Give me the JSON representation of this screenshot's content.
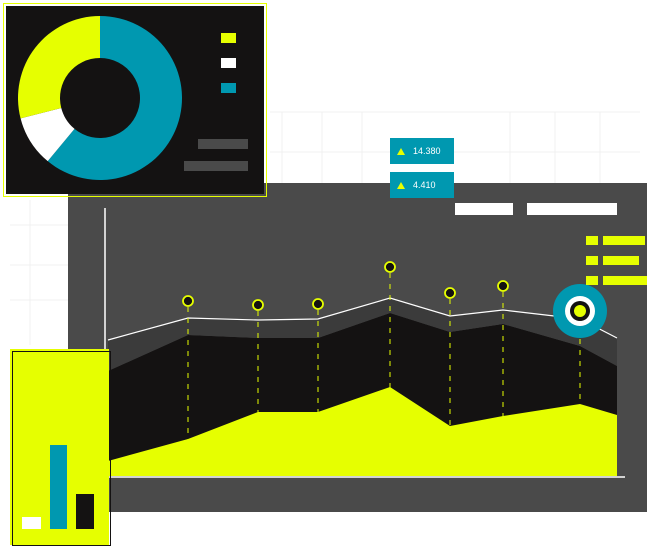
{
  "colors": {
    "accent_lime": "#e6ff00",
    "accent_teal": "#0098b0",
    "dark": "#141212",
    "panel_grey": "#4a4a4a",
    "white": "#ffffff"
  },
  "badges": [
    {
      "value": "14.380",
      "icon": "triangle-up-icon"
    },
    {
      "value": "4.410",
      "icon": "triangle-up-icon"
    }
  ],
  "donut": {
    "segments": [
      {
        "color": "#0098b0",
        "fraction": 0.61
      },
      {
        "color": "#ffffff",
        "fraction": 0.1
      },
      {
        "color": "#e6ff00",
        "fraction": 0.29
      }
    ]
  },
  "mini_bars": {
    "values": [
      0.14,
      1.0,
      0.42
    ],
    "colors": [
      "#ffffff",
      "#0098b0",
      "#141212"
    ]
  },
  "chart_data": {
    "type": "area",
    "x": [
      1,
      2,
      3,
      4,
      5,
      6,
      7,
      8,
      9
    ],
    "series": [
      {
        "values": [
          15,
          37,
          64,
          64,
          89,
          50,
          60,
          72,
          61
        ],
        "color": "#e6ff00"
      },
      {
        "values": [
          105,
          141,
          138,
          138,
          163,
          144,
          152,
          130,
          110
        ],
        "color": "#141212"
      },
      {
        "values": [
          136,
          158,
          156,
          157,
          178,
          160,
          166,
          157,
          138
        ],
        "color": "#ffffff"
      }
    ],
    "markers": [
      2,
      3,
      4,
      5,
      6,
      7,
      8
    ],
    "marker_values": [
      175,
      171,
      172,
      209,
      183,
      190,
      165
    ],
    "highlight_index": 6
  }
}
